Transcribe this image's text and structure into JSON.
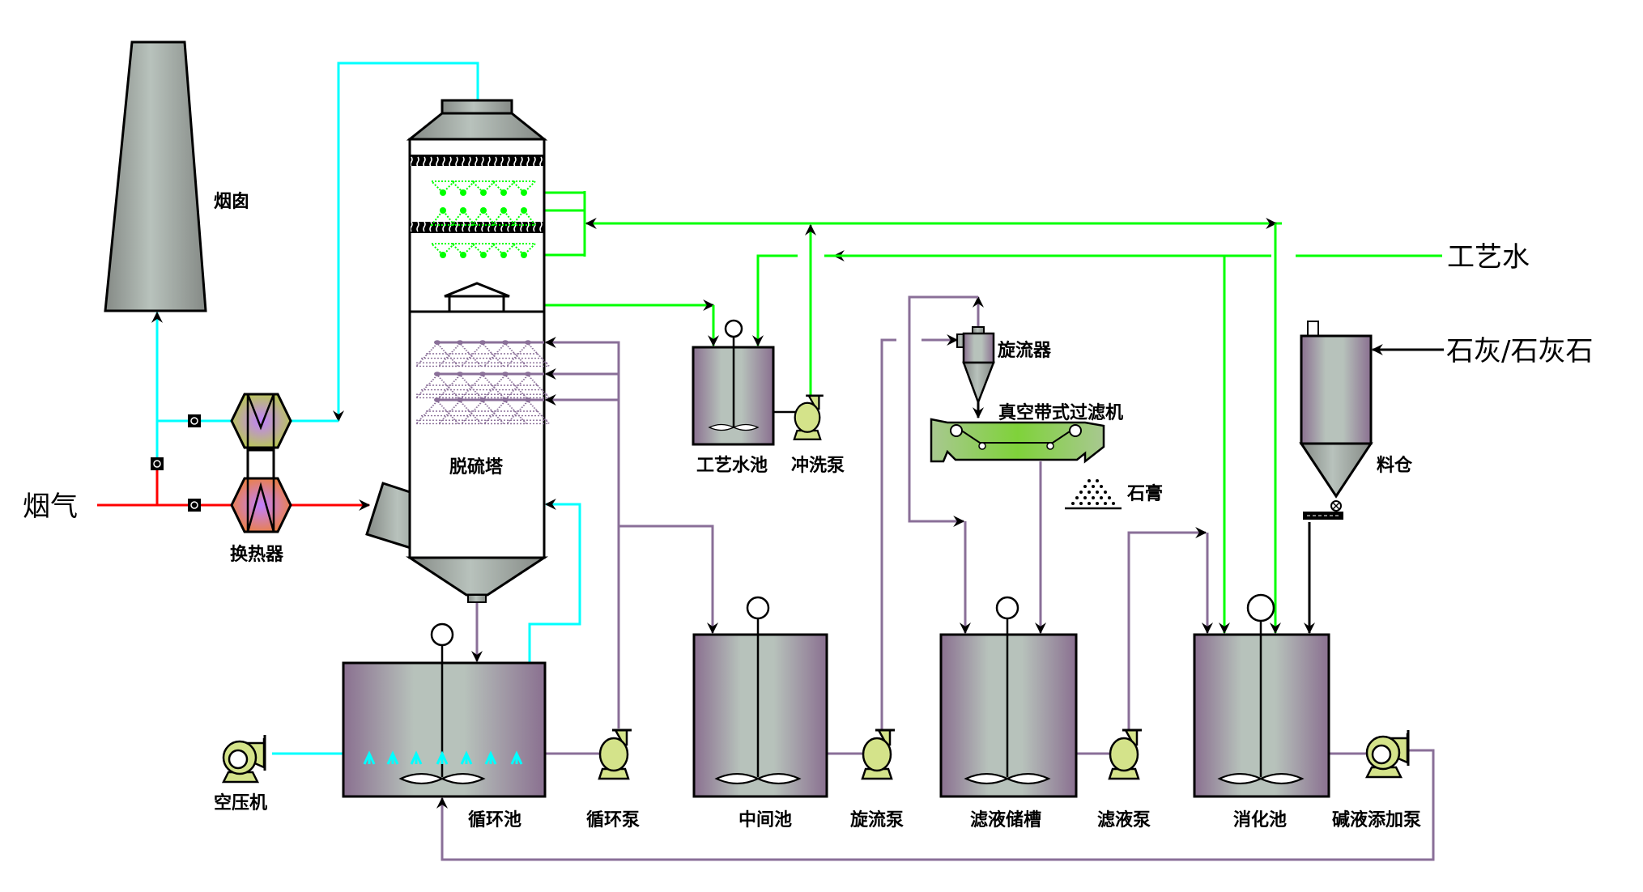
{
  "diagram": {
    "title": "Flue gas desulfurization process flow",
    "colors": {
      "process_water": "#00ff00",
      "air_and_clean_gas": "#00ffff",
      "flue_gas": "#ff0000",
      "slurry": "#8a6f98",
      "solid_feed": "#000000",
      "tank_edge": "#8a7090",
      "tank_center": "#b8c4bc",
      "pump_fill": "#d4e38a",
      "filter_fill": "#7fd23a"
    },
    "inputs": {
      "flue_gas": "烟气",
      "process_water": "工艺水",
      "lime": "石灰/石灰石"
    },
    "equipment": {
      "chimney": "烟囱",
      "heat_exchanger": "换热器",
      "absorber": "脱硫塔",
      "process_water_tank": "工艺水池",
      "flush_pump": "冲洗泵",
      "hydrocyclone": "旋流器",
      "vacuum_belt_filter": "真空带式过滤机",
      "gypsum": "石膏",
      "silo": "料仓",
      "air_compressor": "空压机",
      "circulation_tank": "循环池",
      "circulation_pump": "循环泵",
      "intermediate_tank": "中间池",
      "cyclone_pump": "旋流泵",
      "filtrate_tank": "滤液储槽",
      "filtrate_pump": "滤液泵",
      "digestion_tank": "消化池",
      "alkali_dosing_pump": "碱液添加泵"
    },
    "icons": {
      "pump": "centrifugal-pump-icon",
      "agitator": "agitator-icon",
      "valve": "damper-valve-icon",
      "nozzle": "spray-nozzle-icon",
      "demister": "demister-icon"
    }
  }
}
